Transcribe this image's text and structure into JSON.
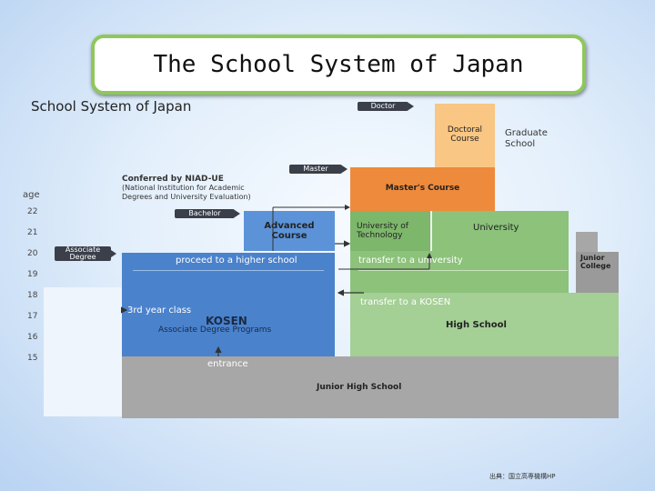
{
  "title": "The School System of Japan",
  "diagram": {
    "heading": "School System of Japan",
    "degrees": {
      "doctor": "Doctor",
      "master": "Master",
      "bachelor": "Bachelor",
      "associate": "Associate Degree"
    },
    "conferred": {
      "title": "Conferred by NIAD-UE",
      "line1": "(National Institution for Academic",
      "line2": "Degrees and University Evaluation)"
    },
    "age": {
      "label": "age",
      "values": [
        "22",
        "21",
        "20",
        "19",
        "18",
        "17",
        "16",
        "15"
      ]
    },
    "blocks": {
      "doctoral_course": "Doctoral Course",
      "graduate_school": "Graduate School",
      "masters_course": "Master's Course",
      "advanced_course": "Advanced Course",
      "university_of_technology": "University of Technology",
      "university": "University",
      "junior_college": "Junior College",
      "high_school": "High School",
      "junior_high_school": "Junior High School",
      "kosen": "KOSEN",
      "kosen_sub": "Associate Degree Programs"
    },
    "flows": {
      "proceed": "proceed to a higher school",
      "transfer_university": "transfer to a university",
      "transfer_kosen": "transfer to a KOSEN",
      "third_year": "3rd year class",
      "entrance": "entrance"
    },
    "colors": {
      "blue": "#4a82cc",
      "light_blue": "#5c93d8",
      "green": "#8cc27a",
      "light_green": "#a4cf95",
      "orange": "#ee8a3c",
      "peach": "#f9c683",
      "gray": "#a7a7a7",
      "dark_tag": "#3a3f4a"
    }
  },
  "source": "出典：国立高専機構HP"
}
